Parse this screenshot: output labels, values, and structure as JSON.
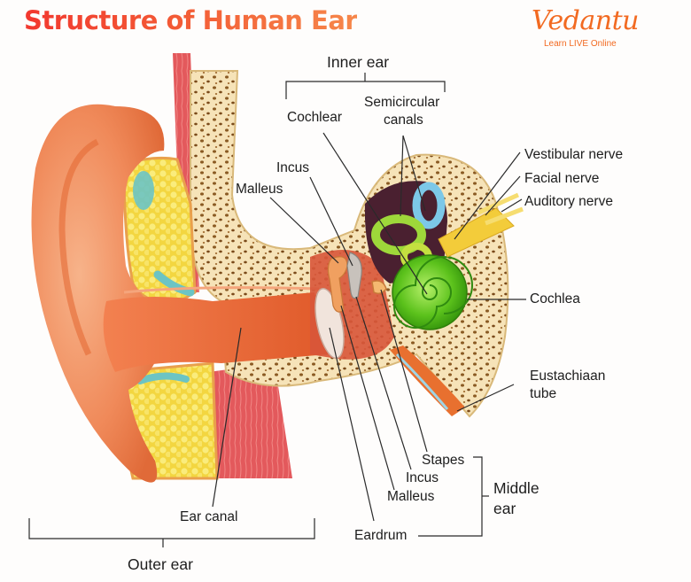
{
  "header": {
    "title": "Structure of Human Ear",
    "title_colors": [
      "#f2382f",
      "#f6874a"
    ]
  },
  "logo": {
    "name": "Vedantu",
    "tagline": "Learn LIVE Online",
    "color": "#f26a21"
  },
  "groups": {
    "inner_ear": "Inner ear",
    "middle_ear_line1": "Middle",
    "middle_ear_line2": "ear",
    "outer_ear": "Outer ear"
  },
  "labels": {
    "cochlear": "Cochlear",
    "semicircular_line1": "Semicircular",
    "semicircular_line2": "canals",
    "incus_top": "Incus",
    "malleus_top": "Malleus",
    "vestibular_nerve": "Vestibular nerve",
    "facial_nerve": "Facial nerve",
    "auditory_nerve": "Auditory nerve",
    "cochlea": "Cochlea",
    "eustachian_line1": "Eustachiaan",
    "eustachian_line2": "tube",
    "stapes": "Stapes",
    "incus_bottom": "Incus",
    "malleus_bottom": "Malleus",
    "eardrum": "Eardrum",
    "ear_canal": "Ear canal"
  },
  "colors": {
    "skin": "#f08a5a",
    "skin_dark": "#e8602e",
    "bone": "#f6e3b8",
    "fat": "#f7e15a",
    "cochlea_green": "#5cc21c",
    "canal_blue": "#6cc4e0",
    "nerve_yellow": "#f3cc3a",
    "muscle_red": "#e0474a",
    "label_line": "#2a2a2a"
  }
}
